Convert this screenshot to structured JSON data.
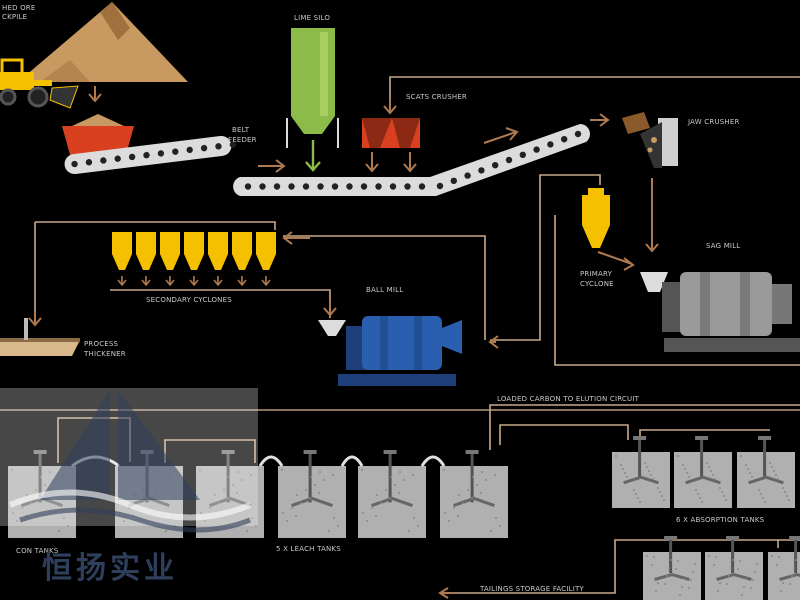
{
  "labels": {
    "stockpile": [
      "HED ORE",
      "CKPILE"
    ],
    "lime_silo": "LIME SILO",
    "belt_feeder": [
      "BELT",
      "FEEDER"
    ],
    "scats_crusher": "SCATS CRUSHER",
    "jaw_crusher": "JAW CRUSHER",
    "sag_mill": "SAG MILL",
    "primary_cyclone": [
      "PRIMARY",
      "CYCLONE"
    ],
    "secondary_cyclones": "SECONDARY CYCLONES",
    "ball_mill": "BALL MILL",
    "process_thickener": [
      "PROCESS",
      "THICKENER"
    ],
    "loaded_carbon": "LOADED CARBON TO ELUTION CIRCUIT",
    "absorption_tanks": "6 X ABSORPTION TANKS",
    "leach_tanks": "5 X LEACH TANKS",
    "con_tanks": "CON TANKS",
    "tailings": "TAILINGS STORAGE FACILITY"
  },
  "watermark": "恒扬实业",
  "colors": {
    "background": "#000000",
    "pipe": "#c8a98a",
    "arrow": "#b07a50",
    "ore": "#c89a62",
    "red": "#d8401f",
    "yellow": "#f5c000",
    "blue": "#2a5fb0",
    "lime_green": "#8dbb4a",
    "tank_gray": "#b0b0b0",
    "mill_gray": "#9a9a9a"
  }
}
